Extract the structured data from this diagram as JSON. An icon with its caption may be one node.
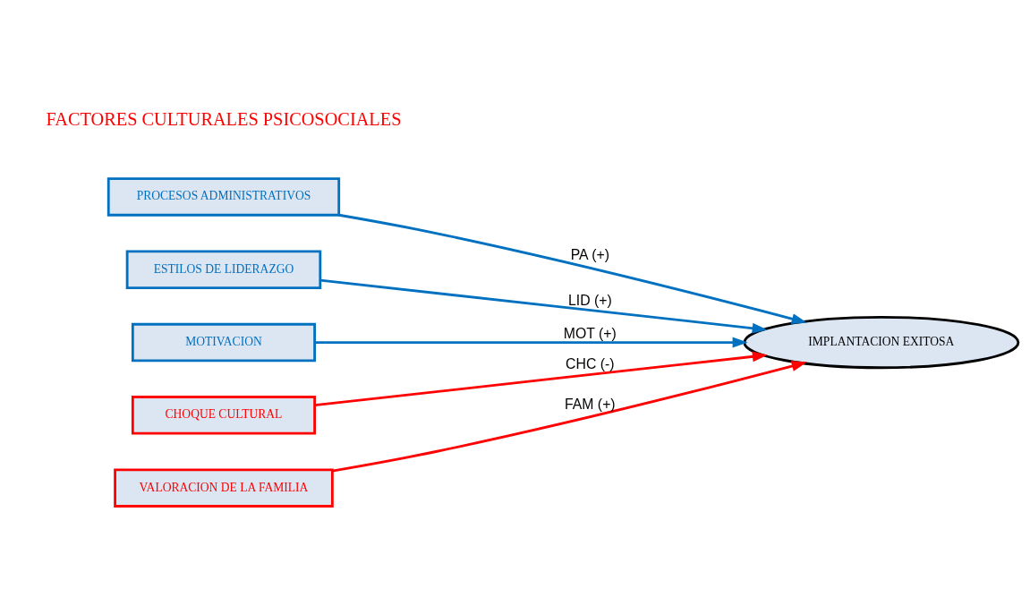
{
  "diagram": {
    "nodes": [
      {
        "text": [
          "PROCESOS ADMINISTRATIVOS"
        ]
      },
      {
        "text": [
          "ESTILOS DE LIDERAZGO"
        ]
      },
      {
        "text": [
          "MOTIVACION"
        ]
      },
      {
        "text": [
          "CHOQUE CULTURAL"
        ]
      },
      {
        "text": [
          "VALORACION DE LA FAMILIA"
        ]
      },
      {
        "text": [
          "IMPLANTACION EXITOSA"
        ]
      }
    ],
    "edges": [
      {
        "from": 0,
        "to": 5,
        "arrow": "to",
        "label": "PA (+)"
      },
      {
        "from": 1,
        "to": 5,
        "arrow": "to",
        "label": "LID (+)"
      },
      {
        "from": 2,
        "to": 5,
        "arrow": "to",
        "label": "MOT (+)"
      },
      {
        "from": 3,
        "to": 5,
        "arrow": "to",
        "label": "CHC (-)",
        "color": "#ff0000"
      },
      {
        "from": 4,
        "to": 5,
        "arrow": "to",
        "label": "FAM (+)",
        "color": "#ff0000"
      }
    ],
    "labels": [
      "FACTORES CULTURALES PSICOSOCIALES"
    ]
  }
}
